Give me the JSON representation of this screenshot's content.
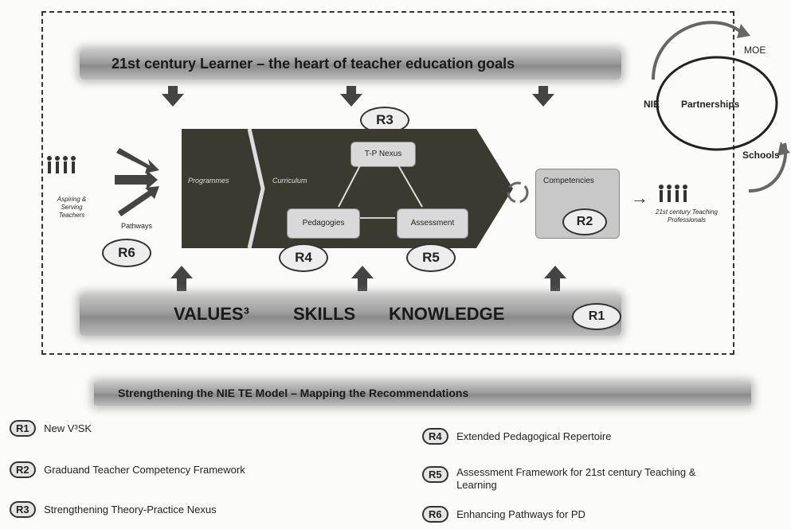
{
  "header_band": {
    "text": "21st century Learner – the heart of teacher education goals"
  },
  "partnerships": {
    "center": "Partnerships",
    "moe": "MOE",
    "nie": "NIE",
    "schools": "Schools"
  },
  "left_labels": {
    "aspiring": "Aspiring & Serving Teachers",
    "pathways": "Pathways"
  },
  "model": {
    "programmes": "Programmes",
    "curriculum": "Curriculum",
    "tp_nexus": "T-P Nexus",
    "pedagogies": "Pedagogies",
    "assessment": "Assessment",
    "competencies": "Competencies"
  },
  "right_labels": {
    "professionals": "21st century Teaching Professionals"
  },
  "circle_codes": {
    "r1": "R1",
    "r2": "R2",
    "r3": "R3",
    "r4": "R4",
    "r5": "R5",
    "r6": "R6"
  },
  "foundation_band": {
    "values": "VALUES³",
    "skills": "SKILLS",
    "knowledge": "KNOWLEDGE"
  },
  "caption_band": {
    "text": "Strengthening the NIE TE Model – Mapping the Recommendations"
  },
  "legend": [
    {
      "code": "R1",
      "text": "New V³SK"
    },
    {
      "code": "R2",
      "text": "Graduand Teacher Competency Framework"
    },
    {
      "code": "R3",
      "text": "Strengthening Theory-Practice Nexus"
    },
    {
      "code": "R4",
      "text": "Extended Pedagogical Repertoire"
    },
    {
      "code": "R5",
      "text": "Assessment Framework for 21st century Teaching & Learning"
    },
    {
      "code": "R6",
      "text": "Enhancing Pathways for PD"
    }
  ],
  "colors": {
    "band": "#9c9c9c",
    "dark_panel": "#3a3a30",
    "box": "#d9d9d9"
  }
}
